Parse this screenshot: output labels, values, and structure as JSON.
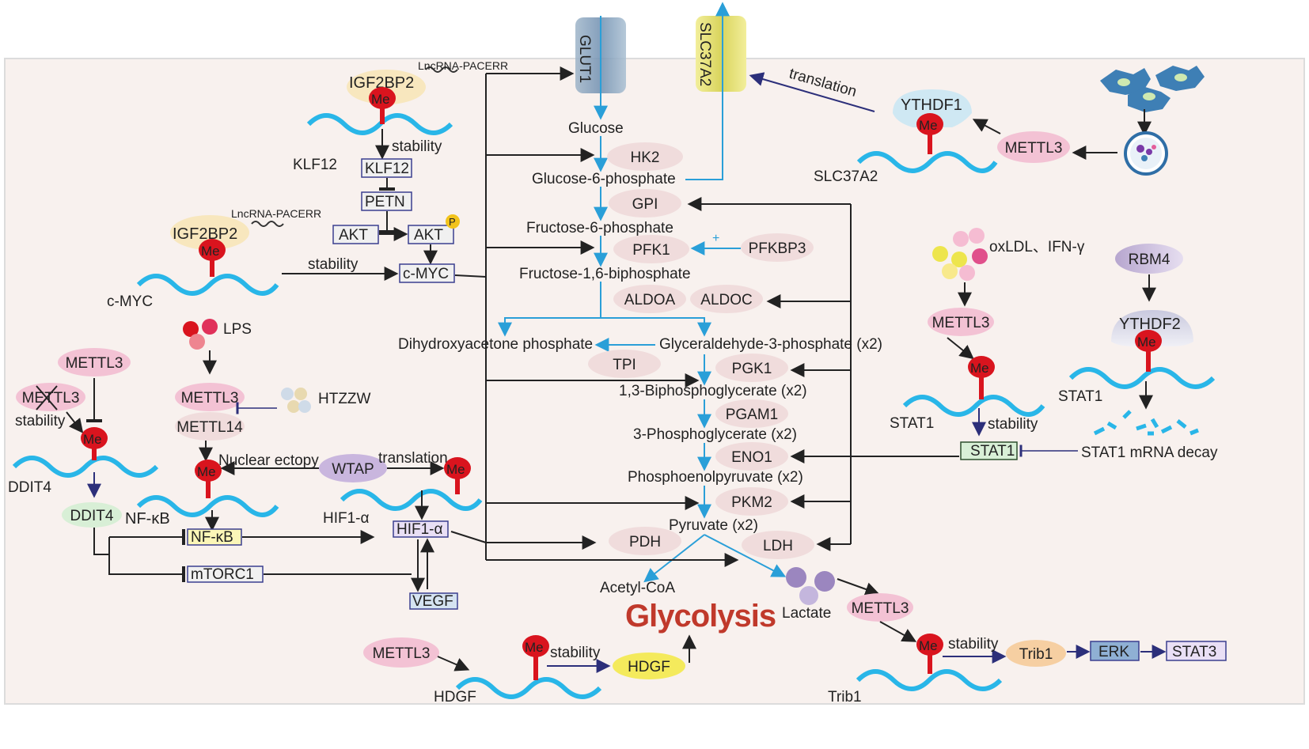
{
  "colors": {
    "background": "#f8f1ee",
    "frame": "#dcdcdc",
    "rna_strand": "#29b6e8",
    "glycolysis_arrow": "#2a9fd8",
    "regulation_arrow": "#222222",
    "translation_arrow": "#2c2f7a",
    "me_marker": "#d9141e",
    "enzyme_ellipse": "#f0dcdc",
    "methyltransferase": "#f3c2d4",
    "reader_protein": "#f7e6b8",
    "title": "#c0392b"
  },
  "title": "Glycolysis",
  "me_label": "Me",
  "p_label": "P",
  "transporters": {
    "glut1": "GLUT1",
    "slc37a2": "SLC37A2"
  },
  "metabolites": {
    "glucose": "Glucose",
    "g6p": "Glucose-6-phosphate",
    "f6p": "Fructose-6-phosphate",
    "f16bp": "Fructose-1,6-biphosphate",
    "dhap": "Dihydroxyacetone phosphate",
    "g3p": "Glyceraldehyde-3-phosphate (x2)",
    "bpg13": "1,3-Biphosphoglycerate (x2)",
    "pg3": "3-Phosphoglycerate (x2)",
    "pep": "Phosphoenolpyruvate (x2)",
    "pyruvate": "Pyruvate (x2)",
    "acetyl_coa": "Acetyl-CoA",
    "lactate": "Lactate"
  },
  "enzymes": {
    "hk2": "HK2",
    "gpi": "GPI",
    "pfk1": "PFK1",
    "pfkbp3": "PFKBP3",
    "aldoa": "ALDOA",
    "aldoc": "ALDOC",
    "tpi": "TPI",
    "pgk1": "PGK1",
    "pgam1": "PGAM1",
    "eno1": "ENO1",
    "pkm2": "PKM2",
    "pdh": "PDH",
    "ldh": "LDH"
  },
  "plus_sign": "+",
  "klf12_axis": {
    "reader": "IGF2BP2",
    "lncrna": "LncRNA-PACERR",
    "mrna": "KLF12",
    "stability": "stability",
    "klf12_box": "KLF12",
    "petn_box": "PETN",
    "akt_box": "AKT",
    "akt_p_box": "AKT"
  },
  "cmyc_axis": {
    "reader": "IGF2BP2",
    "lncrna": "LncRNA-PACERR",
    "mrna": "c-MYC",
    "stability": "stability",
    "box": "c-MYC"
  },
  "ddit4_axis": {
    "writer": "METTL3",
    "writer_knockout": "METTL3",
    "stability": "stability",
    "mrna": "DDIT4",
    "protein": "DDIT4"
  },
  "nfkb_axis": {
    "stimulus": "LPS",
    "writer1": "METTL3",
    "writer2": "METTL14",
    "inhibitor": "HTZZW",
    "nuclear_ectopy": "Nuclear ectopy",
    "mrna": "NF-κB",
    "box": "NF-κB",
    "mtorc1": "mTORC1"
  },
  "hif1_axis": {
    "wtap": "WTAP",
    "translation": "translation",
    "mrna": "HIF1-α",
    "box": "HIF1-α",
    "vegf": "VEGF"
  },
  "slc37a2_axis": {
    "reader": "YTHDF1",
    "writer": "METTL3",
    "mrna": "SLC37A2",
    "translation": "translation"
  },
  "stat1_axis": {
    "stimulus": "oxLDL、IFN-γ",
    "writer": "METTL3",
    "mrna": "STAT1",
    "stability": "stability",
    "box": "STAT1",
    "rbm4": "RBM4",
    "reader": "YTHDF2",
    "mrna2": "STAT1",
    "decay": "STAT1 mRNA decay"
  },
  "hdgf_axis": {
    "writer": "METTL3",
    "stability": "stability",
    "mrna": "HDGF",
    "protein": "HDGF"
  },
  "trib1_axis": {
    "writer": "METTL3",
    "stability": "stability",
    "mrna": "Trib1",
    "trib1": "Trib1",
    "erk": "ERK",
    "stat3": "STAT3"
  }
}
